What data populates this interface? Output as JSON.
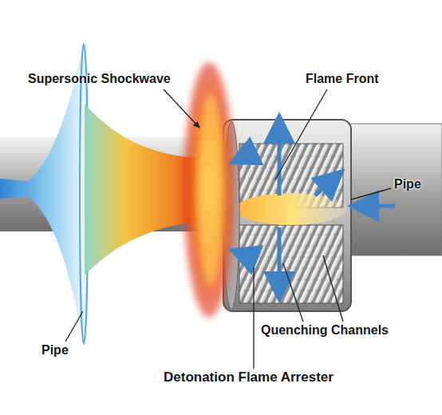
{
  "diagram": {
    "labels": [
      "Supersonic Shockwave",
      "Flame Front",
      "Pipe",
      "Quenching Channels",
      "Pipe",
      "Detonation Flame Arrester"
    ]
  }
}
